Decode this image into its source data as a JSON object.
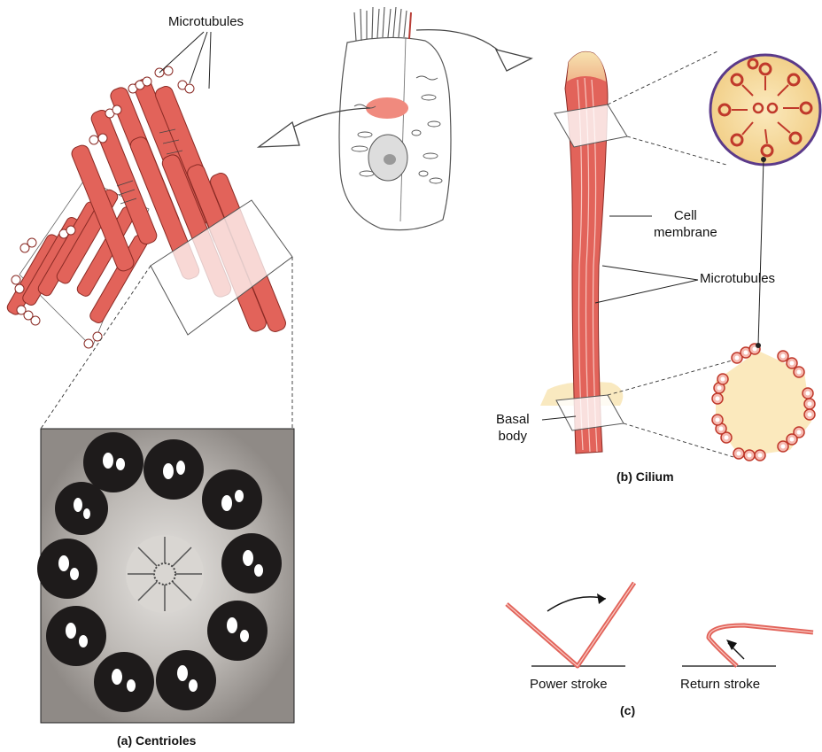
{
  "figure": {
    "colors": {
      "tubule": "#e2635a",
      "tubule_dark": "#b83c35",
      "tubule_light": "#f4a49c",
      "cytoplasm": "#f7e3b0",
      "outline": "#3a2a2a",
      "membrane_ring": "#5b3a8a",
      "micrograph_dark": "#1e1b1b"
    },
    "labels": {
      "microtubules_top": "Microtubules",
      "cell_membrane": "Cell\nmembrane",
      "microtubules_right": "Microtubules",
      "basal_body": "Basal\nbody",
      "panel_a": "(a) Centrioles",
      "panel_b": "(b) Cilium",
      "power_stroke": "Power stroke",
      "return_stroke": "Return stroke",
      "panel_c": "(c)"
    }
  }
}
